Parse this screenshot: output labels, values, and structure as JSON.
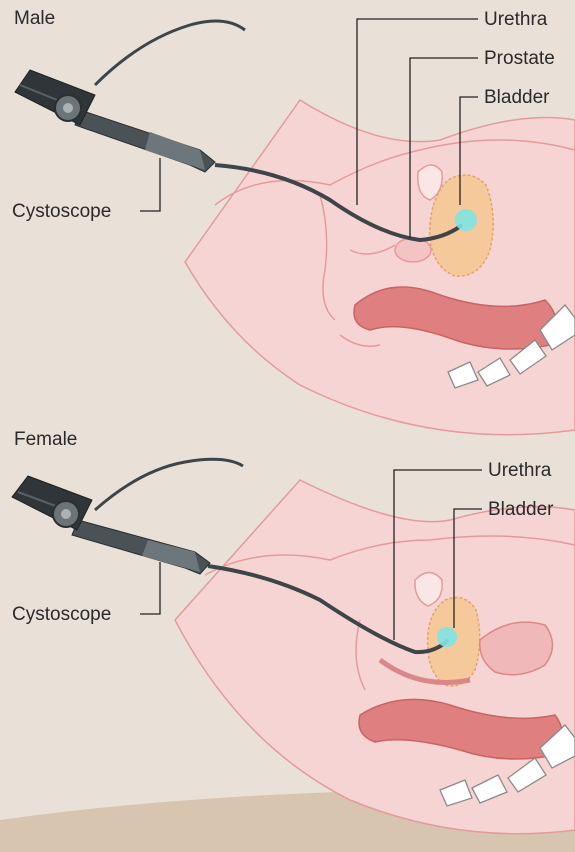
{
  "panels": [
    {
      "title": "Male",
      "labels": {
        "urethra": "Urethra",
        "prostate": "Prostate",
        "bladder": "Bladder",
        "cystoscope": "Cystoscope"
      }
    },
    {
      "title": "Female",
      "labels": {
        "urethra": "Urethra",
        "bladder": "Bladder",
        "cystoscope": "Cystoscope"
      }
    }
  ],
  "colors": {
    "background": "#e9e1d8",
    "tissue": "#f7d4d4",
    "tissue_line": "#e59a9a",
    "muscle": "#e07f7f",
    "bladder": "#f6c99a",
    "light": "#7fe3e3",
    "scope": "#3e4548"
  }
}
